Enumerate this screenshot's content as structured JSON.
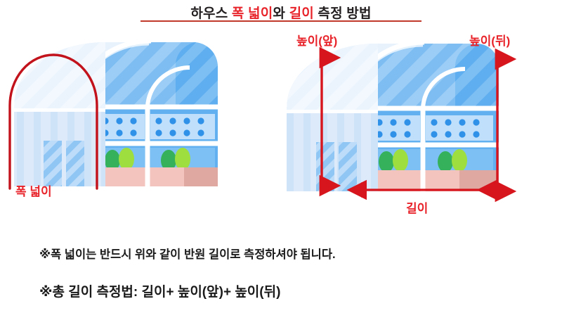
{
  "page": {
    "background": "#ffffff",
    "accent_red": "#e8232a",
    "rule_color": "#c0392b"
  },
  "title": {
    "full": "하우스 폭 넓이와 길이 측정 방법",
    "part_plain_1": "하우스 ",
    "part_highlight_1": "폭 넓이",
    "part_plain_2": "와 ",
    "part_highlight_2": "길이",
    "part_plain_3": " 측정 방법"
  },
  "diagrams": {
    "left": {
      "name": "width-diagram",
      "measure_label": "폭 넓이",
      "guide": "semicircular arc traced over front arch"
    },
    "right": {
      "name": "length-height-diagram",
      "height_front_label": "높이(앞)",
      "height_back_label": "높이(뒤)",
      "length_label": "길이"
    }
  },
  "notes": [
    "※폭 넓이는 반드시 위와 같이 반원 길이로 측정하셔야 됩니다.",
    "※총 길이 측정법: 길이+ 높이(앞)+ 높이(뒤)"
  ],
  "colors": {
    "glass_pale": "#e8f2fc",
    "glass_pale_2": "#dbeafb",
    "glass_blue": "#8ec5f2",
    "glass_blue_mid": "#62b0ef",
    "glass_blue_dark": "#4aa3ec",
    "tray": "#bfdffb",
    "dot": "#2f92e8",
    "leaf_dark": "#36b15b",
    "leaf_light": "#9ede3e",
    "planter": "#f3c3bd",
    "planter_shadow": "#dfa9a2",
    "frame_white": "#ffffff"
  }
}
